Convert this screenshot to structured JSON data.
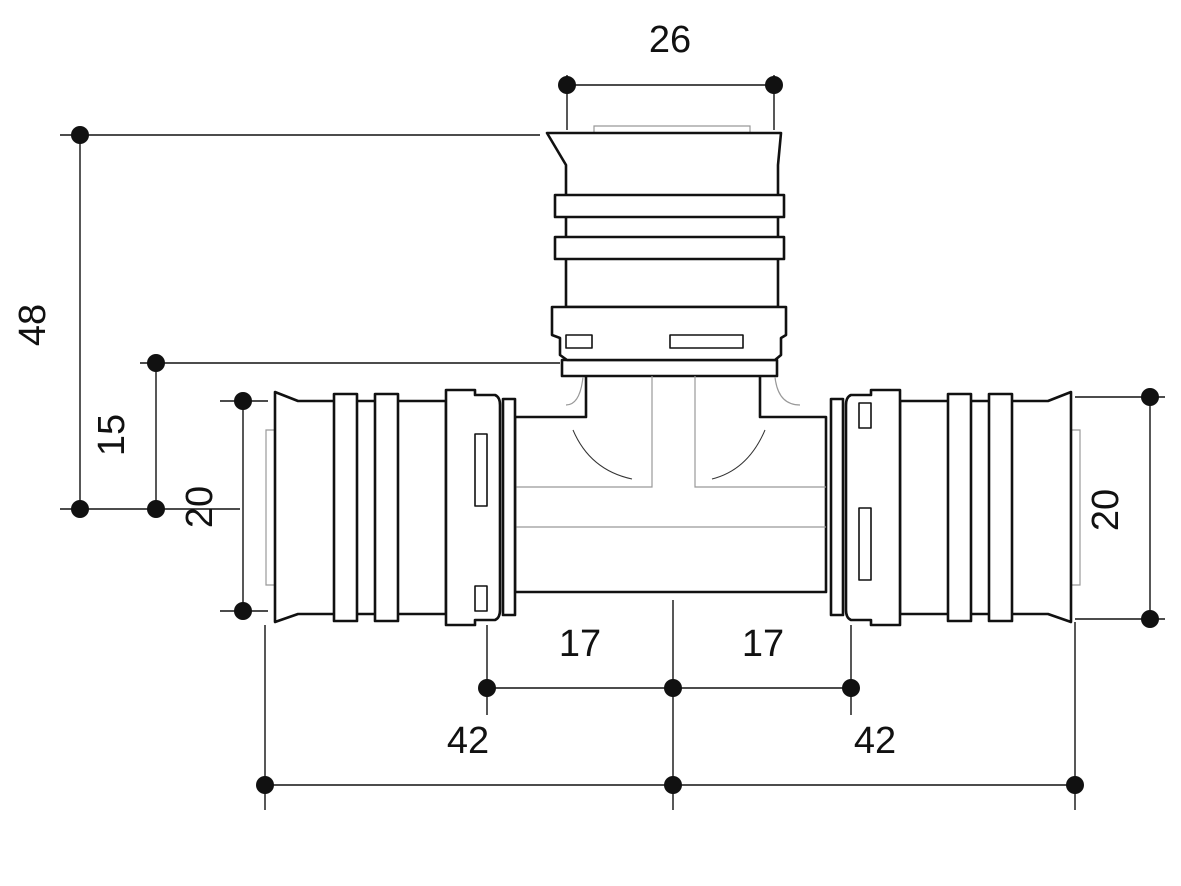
{
  "title": "Tee fitting dimension drawing",
  "dimensions": {
    "branch_width": "26",
    "total_height": "48",
    "branch_offset": "15",
    "left_diameter": "20",
    "right_diameter": "20",
    "left_half_body": "17",
    "right_half_body": "17",
    "left_half_total": "42",
    "right_half_total": "42"
  },
  "colors": {
    "line": "#111111",
    "hidden_line": "#999999"
  }
}
